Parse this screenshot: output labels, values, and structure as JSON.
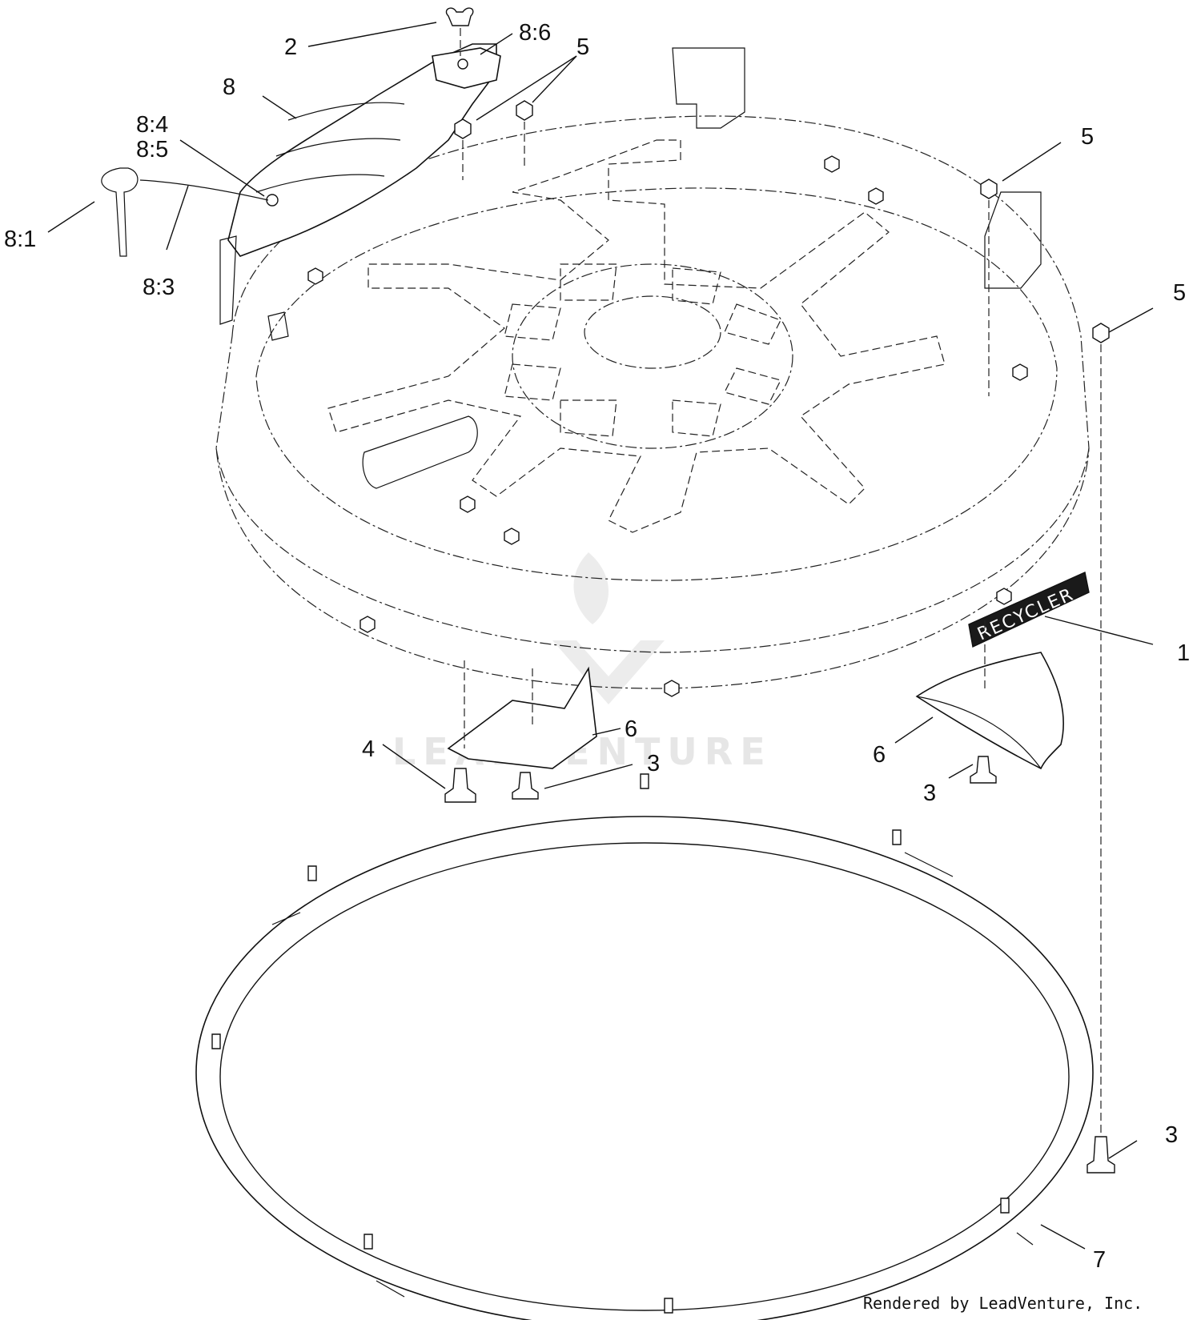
{
  "callouts": {
    "c2": "2",
    "c8_6": "8:6",
    "c5_top_a": "5",
    "c8": "8",
    "c8_4": "8:4",
    "c8_5": "8:5",
    "c8_1": "8:1",
    "c8_3": "8:3",
    "c5_right_a": "5",
    "c5_right_b": "5",
    "c1": "1",
    "c6_center": "6",
    "c4": "4",
    "c3_center": "3",
    "c6_right": "6",
    "c3_right": "3",
    "c3_lower": "3",
    "c7": "7"
  },
  "decal_text": "RECYCLER",
  "watermark_text": "LEADVENTURE",
  "credit": "Rendered by LeadVenture, Inc."
}
